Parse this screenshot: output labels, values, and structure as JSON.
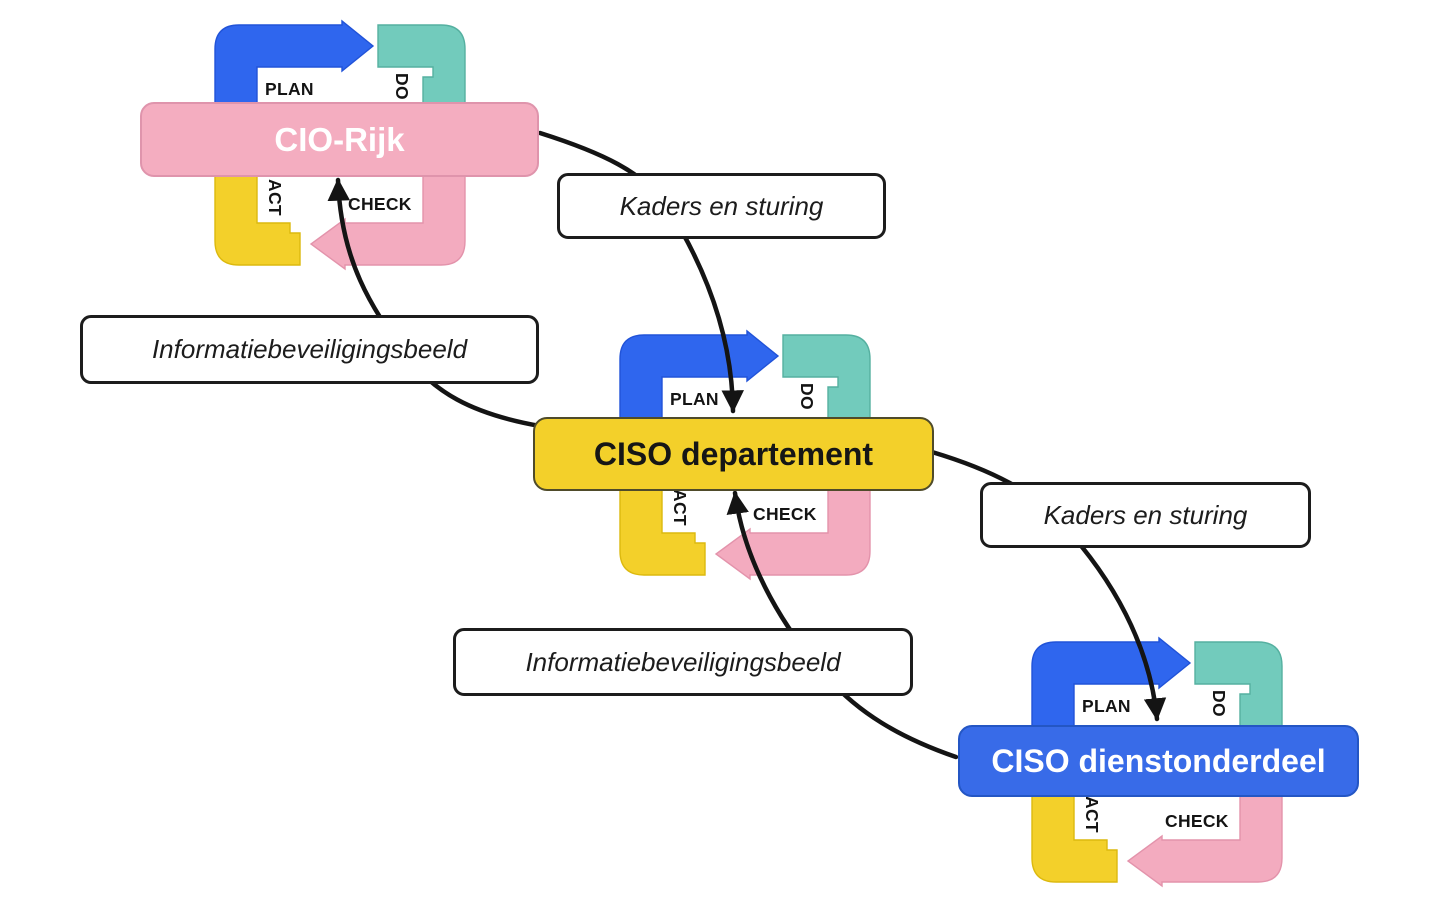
{
  "diagram": {
    "background_color": "#ffffff",
    "line_color": "#141414",
    "cycles": [
      {
        "banner_label": "CIO-Rijk",
        "banner_fill": "#f4adc0",
        "banner_text_color": "#ffffff"
      },
      {
        "banner_label": "CISO departement",
        "banner_fill": "#f3d02a",
        "banner_text_color": "#161616"
      },
      {
        "banner_label": "CISO dienstonderdeel",
        "banner_fill": "#386be8",
        "banner_text_color": "#ffffff"
      }
    ],
    "pdca_labels": {
      "plan": "PLAN",
      "do": "DO",
      "check": "CHECK",
      "act": "ACT"
    },
    "pdca_colors": {
      "plan": "#2f66ee",
      "do": "#72cbbc",
      "check": "#f3abbf",
      "act": "#f3d02a"
    },
    "connectors": [
      {
        "label": "Kaders en sturing",
        "from": "CIO-Rijk",
        "to": "CISO departement"
      },
      {
        "label": "Informatiebeveiligingsbeeld",
        "from": "CISO departement",
        "to": "CIO-Rijk"
      },
      {
        "label": "Kaders en sturing",
        "from": "CISO departement",
        "to": "CISO dienstonderdeel"
      },
      {
        "label": "Informatiebeveiligingsbeeld",
        "from": "CISO dienstonderdeel",
        "to": "CISO departement"
      }
    ]
  }
}
